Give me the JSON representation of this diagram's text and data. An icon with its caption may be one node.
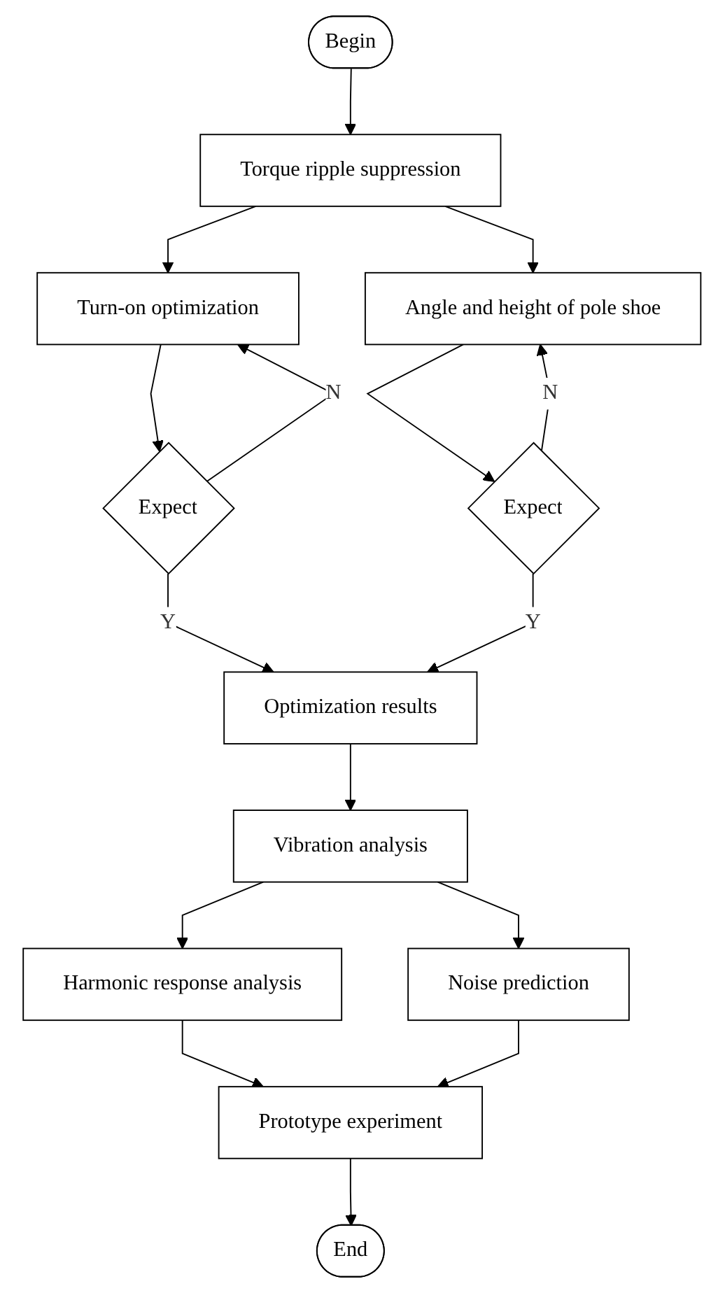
{
  "diagram": {
    "nodes": [
      {
        "text": [
          "Begin"
        ]
      },
      {
        "text": [
          "Torque ripple suppression"
        ]
      },
      {
        "text": [
          "Turn-on optimization"
        ]
      },
      {
        "text": [
          "Expect"
        ]
      },
      {
        "text": [
          "Angle and height of pole shoe"
        ]
      },
      {
        "text": [
          "Expect"
        ]
      },
      {
        "text": [
          "Optimization results"
        ]
      },
      {
        "text": [
          "Vibration analysis"
        ]
      },
      {
        "text": [
          "Harmonic response analysis"
        ]
      },
      {
        "text": [
          "Noise prediction"
        ]
      },
      {
        "text": [
          "Prototype experiment"
        ]
      },
      {
        "text": [
          "End"
        ]
      }
    ],
    "edges": [
      {
        "from": 0,
        "to": 1,
        "arrow": "to"
      },
      {
        "from": 1,
        "to": 2,
        "arrow": "to"
      },
      {
        "from": 1,
        "to": 4,
        "arrow": "to"
      },
      {
        "from": 2,
        "to": 3,
        "arrow": "to"
      },
      {
        "from": 3,
        "to": 2,
        "arrow": "to",
        "label": "N"
      },
      {
        "from": 4,
        "to": 5,
        "arrow": "to"
      },
      {
        "from": 5,
        "to": 4,
        "arrow": "to",
        "label": "N"
      },
      {
        "from": 3,
        "to": 6,
        "arrow": "to",
        "label": "Y"
      },
      {
        "from": 5,
        "to": 6,
        "arrow": "to",
        "label": "Y"
      },
      {
        "from": 6,
        "to": 7,
        "arrow": "to"
      },
      {
        "from": 7,
        "to": 8,
        "arrow": "to"
      },
      {
        "from": 7,
        "to": 9,
        "arrow": "to"
      },
      {
        "from": 8,
        "to": 10,
        "arrow": "to"
      },
      {
        "from": 9,
        "to": 10,
        "arrow": "to"
      },
      {
        "from": 10,
        "to": 11,
        "arrow": "to"
      }
    ]
  }
}
